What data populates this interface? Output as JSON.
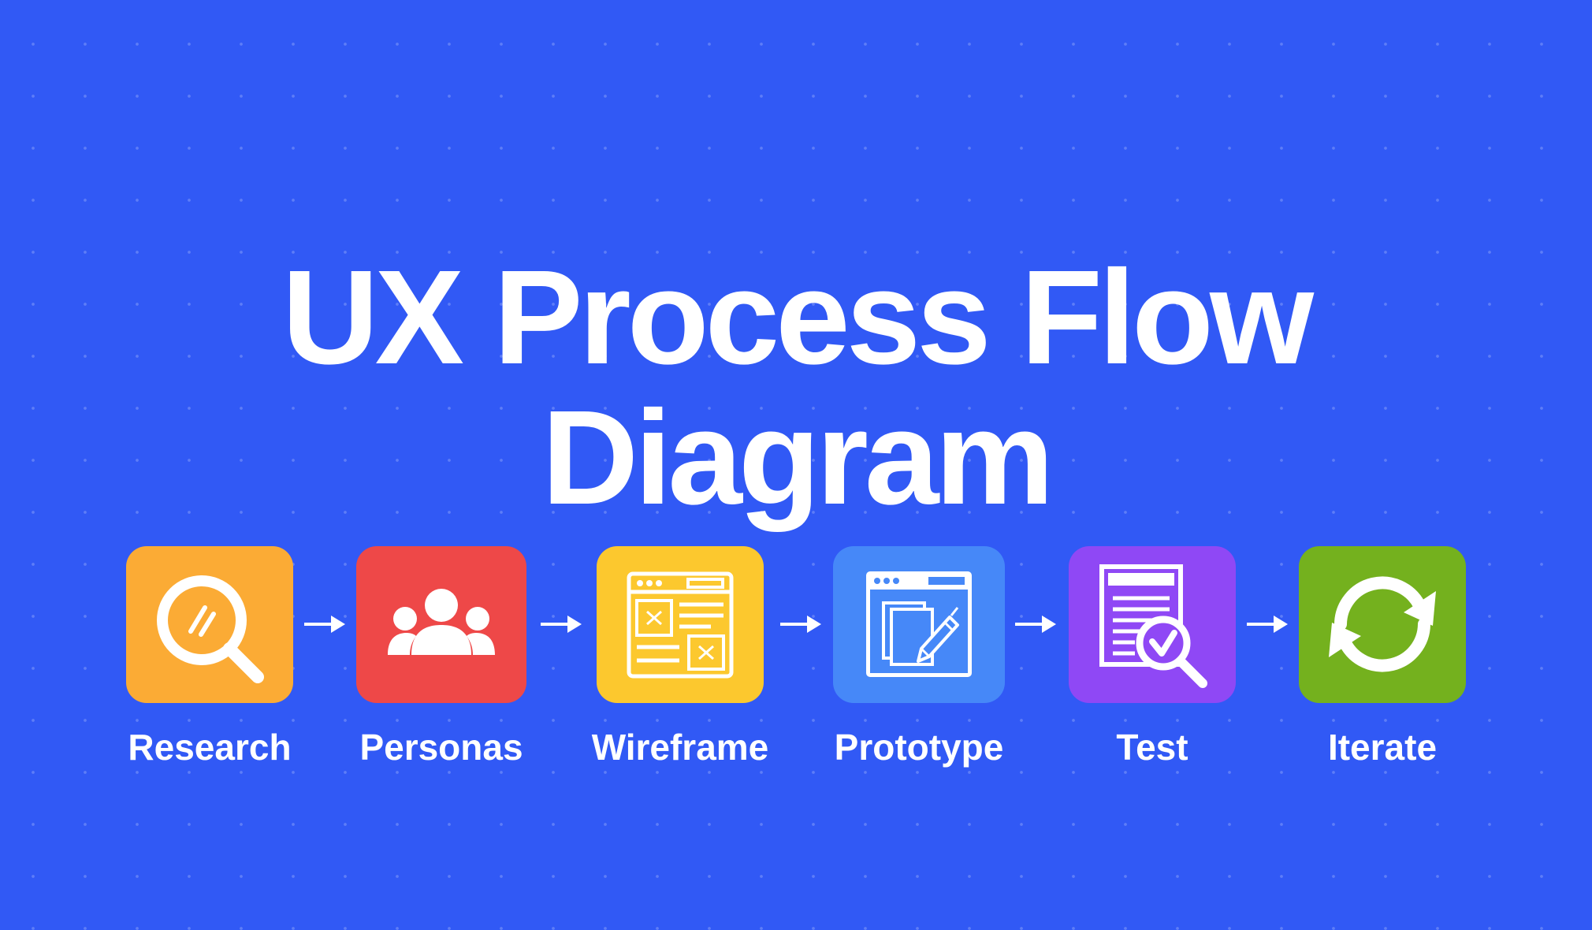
{
  "title": {
    "line1": "UX Process Flow",
    "line2": "Diagram"
  },
  "background_color": "#3159f5",
  "steps": [
    {
      "label": "Research",
      "icon": "magnifier-icon",
      "color": "#fbab35"
    },
    {
      "label": "Personas",
      "icon": "users-group-icon",
      "color": "#ee4848"
    },
    {
      "label": "Wireframe",
      "icon": "wireframe-layout-icon",
      "color": "#fcc82e"
    },
    {
      "label": "Prototype",
      "icon": "prototype-pencil-icon",
      "color": "#4688f8"
    },
    {
      "label": "Test",
      "icon": "document-check-icon",
      "color": "#8f48f5"
    },
    {
      "label": "Iterate",
      "icon": "refresh-cycle-icon",
      "color": "#74b11e"
    }
  ],
  "connector_icon": "arrow-right-icon"
}
